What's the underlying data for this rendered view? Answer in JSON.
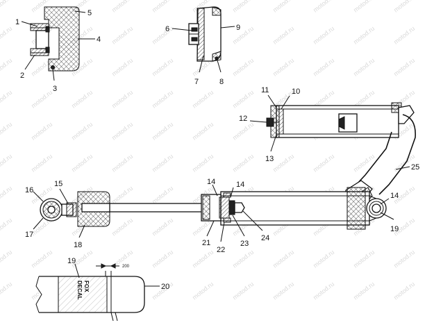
{
  "watermark": {
    "text": "motod.ru"
  },
  "callouts": {
    "c1": "1",
    "c2": "2",
    "c3": "3",
    "c4": "4",
    "c5": "5",
    "c6": "6",
    "c7": "7",
    "c8": "8",
    "c9": "9",
    "c10": "10",
    "c11": "11",
    "c12": "12",
    "c13": "13",
    "c14a": "14",
    "c14b": "14",
    "c14c": "14",
    "c15": "15",
    "c16": "16",
    "c17": "17",
    "c18": "18",
    "c19a": "19",
    "c19b": "19",
    "c20": "20",
    "c21": "21",
    "c22": "22",
    "c23": "23",
    "c24": "24",
    "c25": "25"
  },
  "dimension": {
    "value": "200"
  },
  "decal": {
    "line1": "FOX",
    "line2": "DECAL"
  }
}
